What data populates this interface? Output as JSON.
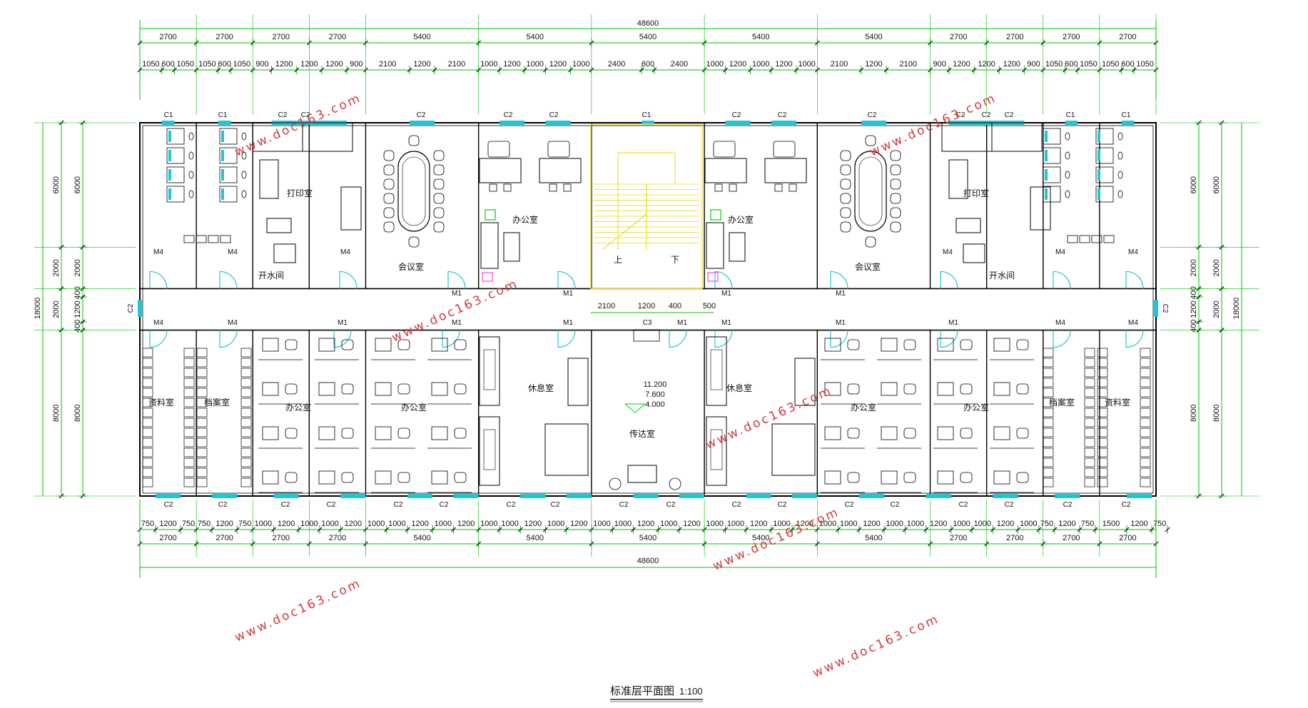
{
  "dimensions": {
    "total": "48600",
    "top_row1": [
      "2700",
      "2700",
      "2700",
      "2700",
      "5400",
      "5400",
      "5400",
      "5400",
      "5400",
      "2700",
      "2700",
      "2700",
      "2700"
    ],
    "top_row2": [
      "1050",
      "600",
      "1050",
      "1050",
      "600",
      "1050",
      "900",
      "1200",
      "1200",
      "1200",
      "900",
      "2100",
      "1200",
      "2100",
      "1000",
      "1200",
      "1000",
      "1200",
      "1000",
      "2400",
      "600",
      "2400",
      "1000",
      "1200",
      "1000",
      "1200",
      "1000",
      "2100",
      "1200",
      "2100",
      "900",
      "1200",
      "1200",
      "1200",
      "900",
      "1050",
      "600",
      "1050",
      "1050",
      "600",
      "1050"
    ],
    "bottom_row1": [
      "750",
      "1200",
      "750",
      "750",
      "1200",
      "750",
      "1000",
      "1200",
      "1000",
      "1000",
      "1200",
      "1000",
      "1000",
      "1200",
      "1000",
      "1200",
      "1000",
      "1000",
      "1200",
      "1000",
      "1200",
      "1000",
      "1000",
      "1200",
      "1000",
      "1200",
      "1000",
      "1000",
      "1200",
      "1000",
      "1200",
      "1000",
      "1000",
      "1200",
      "1000",
      "1000",
      "1200",
      "1000",
      "1000",
      "1200",
      "1000",
      "750",
      "1200",
      "750",
      "1500",
      "1200",
      "750"
    ],
    "bottom_row2": [
      "2700",
      "2700",
      "2700",
      "2700",
      "5400",
      "5400",
      "5400",
      "5400",
      "5400",
      "2700",
      "2700",
      "2700",
      "2700"
    ],
    "side_inner": [
      "6000",
      "2000",
      "400",
      "1200",
      "400",
      "8000"
    ],
    "side_outer": [
      "6000",
      "2000",
      "2000",
      "8000"
    ],
    "side_total": "18000",
    "corridor": [
      "2100",
      "1200",
      "400",
      "500"
    ],
    "elevations": [
      "11.200",
      "7.600",
      "4.000"
    ]
  },
  "rooms": {
    "print_room": "打印室",
    "meeting_room": "会议室",
    "office": "办公室",
    "water_room": "开水间",
    "lounge": "休息室",
    "reception": "传达室",
    "archive": "档案室",
    "material_room": "资料室",
    "stair_up": "上",
    "stair_down": "下"
  },
  "tags": {
    "window_c1": "C1",
    "window_c2": "C2",
    "window_c3": "C3",
    "door_m1": "M1",
    "door_m4": "M4"
  },
  "watermark": "www.doc163.com",
  "title": "标准层平面图",
  "scale": "1:100",
  "colors": {
    "line": "#000000",
    "dimension": "#00c000",
    "window": "#1fc7d4",
    "stair": "#f0e040",
    "watermark": "#d23a3a",
    "accent_green": "#00d000",
    "accent_magenta": "#ff40ff"
  }
}
